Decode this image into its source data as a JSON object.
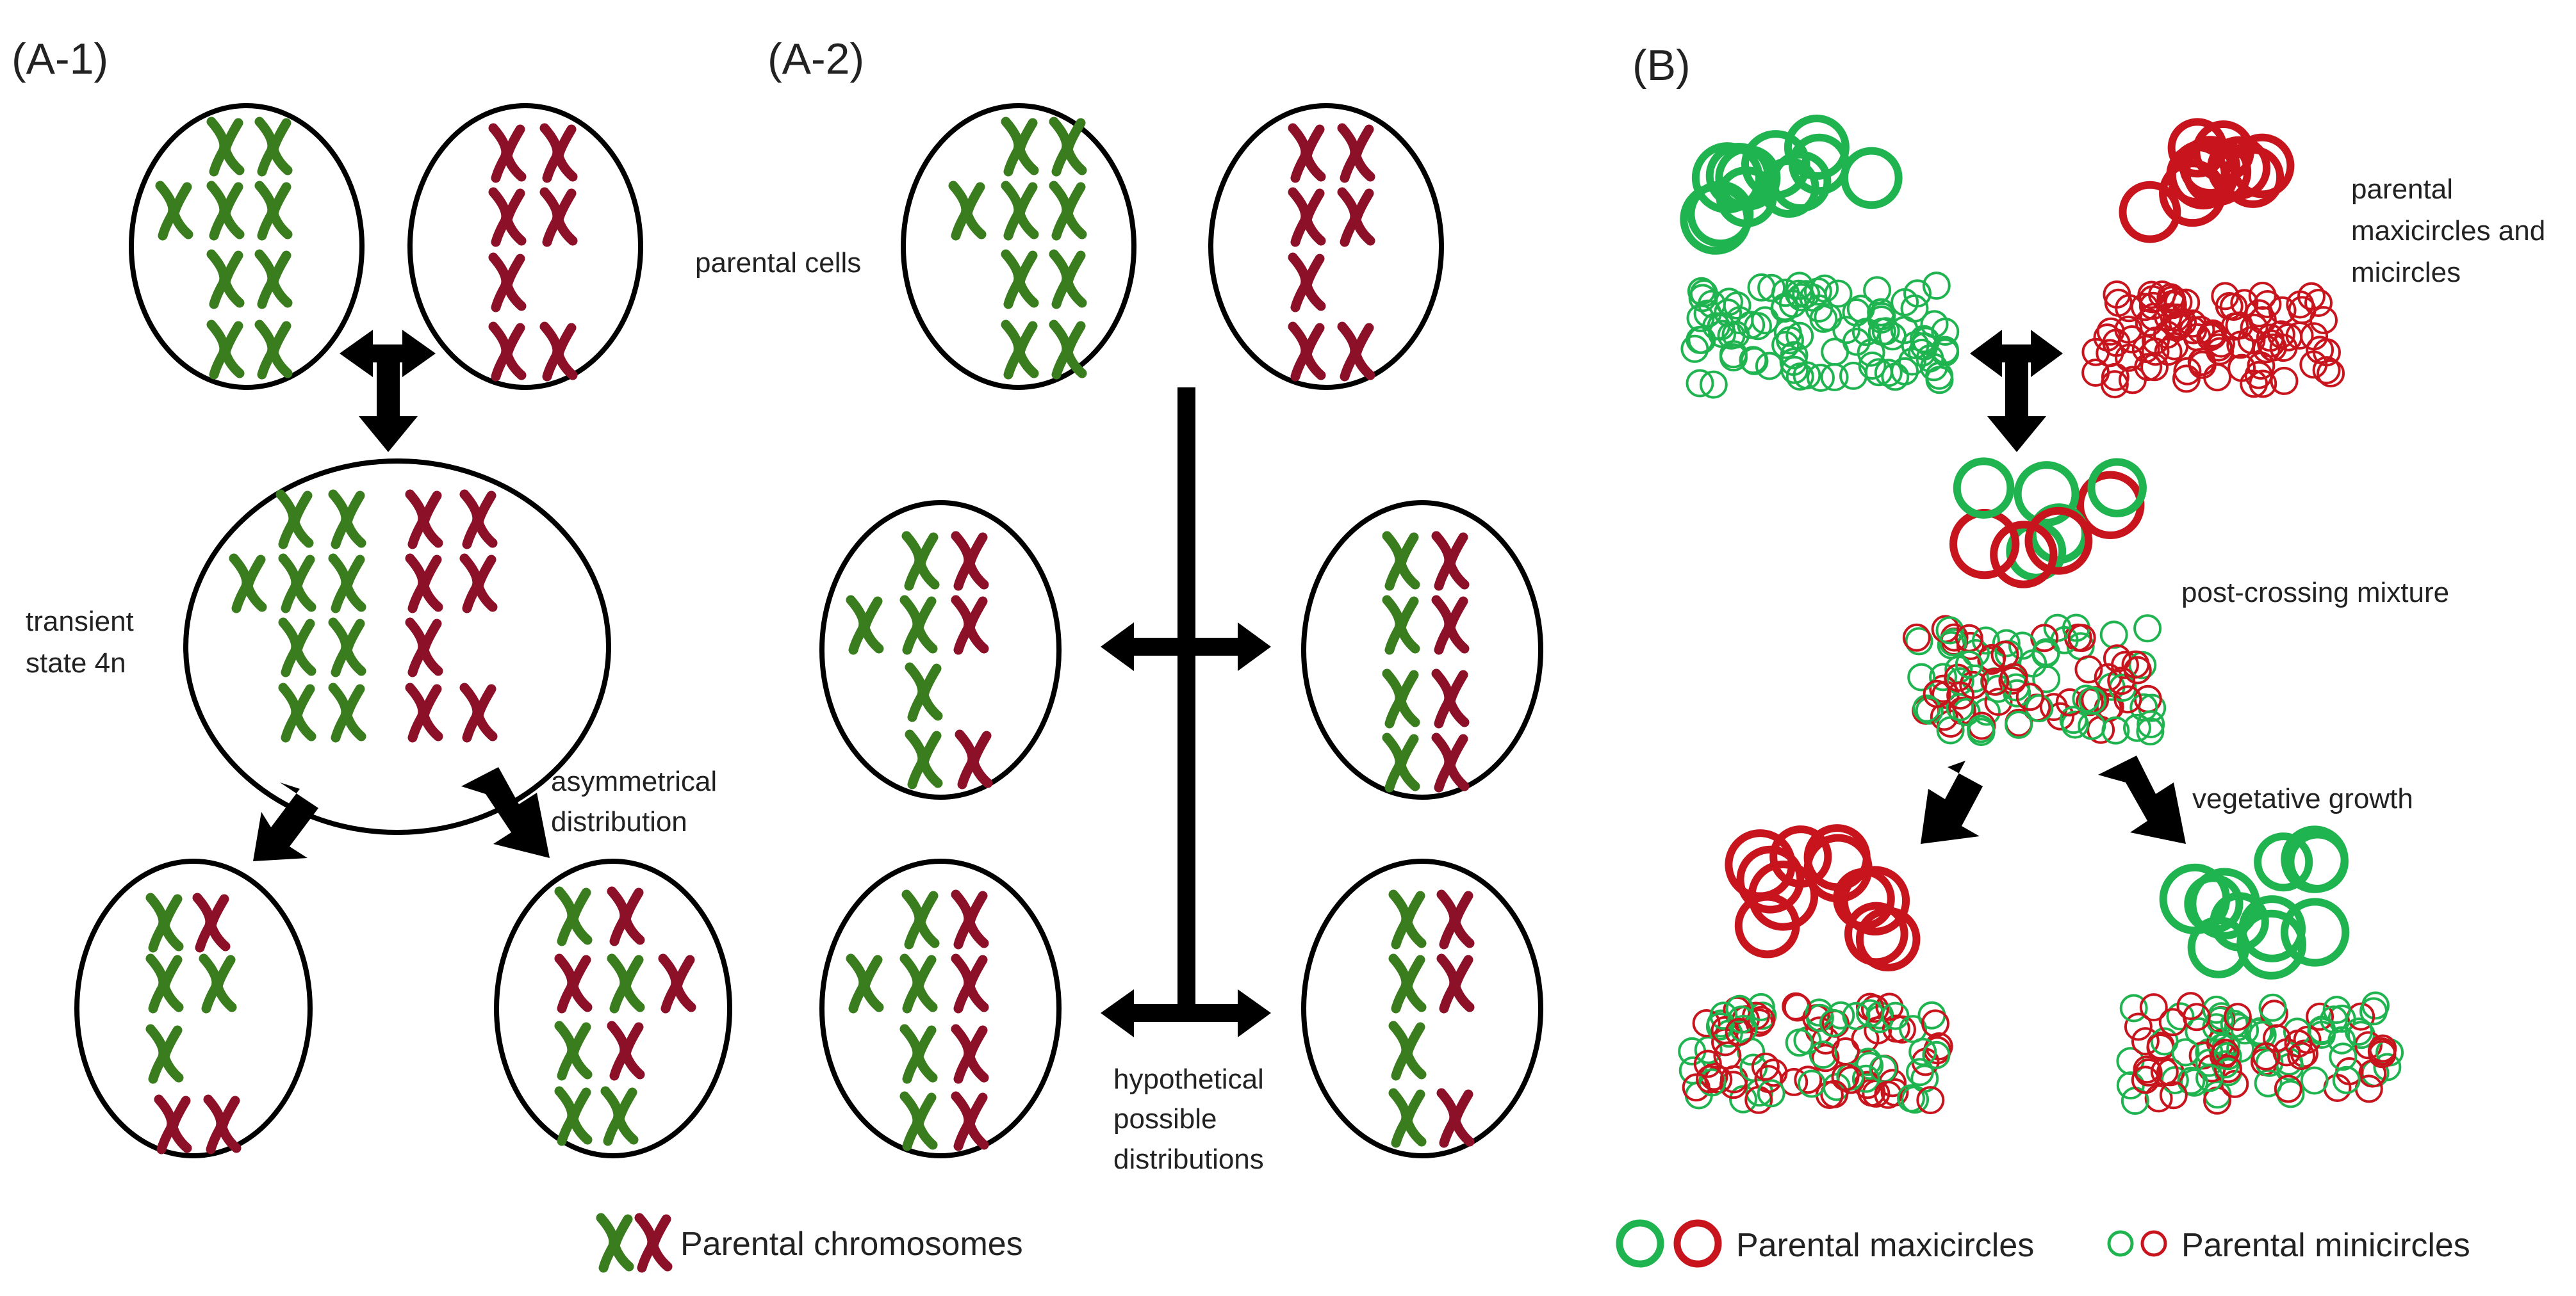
{
  "panels": {
    "a1": "(A-1)",
    "a2": "(A-2)",
    "b": "(B)"
  },
  "labels": {
    "parental_cells": "parental cells",
    "transient_1": "transient",
    "transient_2": "state 4n",
    "asym_1": "asymmetrical",
    "asym_2": "distribution",
    "hypo_1": "hypothetical",
    "hypo_2": "possible",
    "hypo_3": "distributions",
    "pm_1": "parental",
    "pm_2": "maxicircles and",
    "pm_3": "micircles",
    "post_crossing": "post-crossing mixture",
    "vegetative": "vegetative growth"
  },
  "legend": {
    "chromosomes": "Parental chromosomes",
    "maxicircles": "Parental maxicircles",
    "minicircles": "Parental minicircles"
  },
  "colors": {
    "green": "#3a7d1e",
    "red": "#8b1028",
    "circle_green": "#1fb44f",
    "circle_red": "#c8141c",
    "outline": "#000000"
  }
}
